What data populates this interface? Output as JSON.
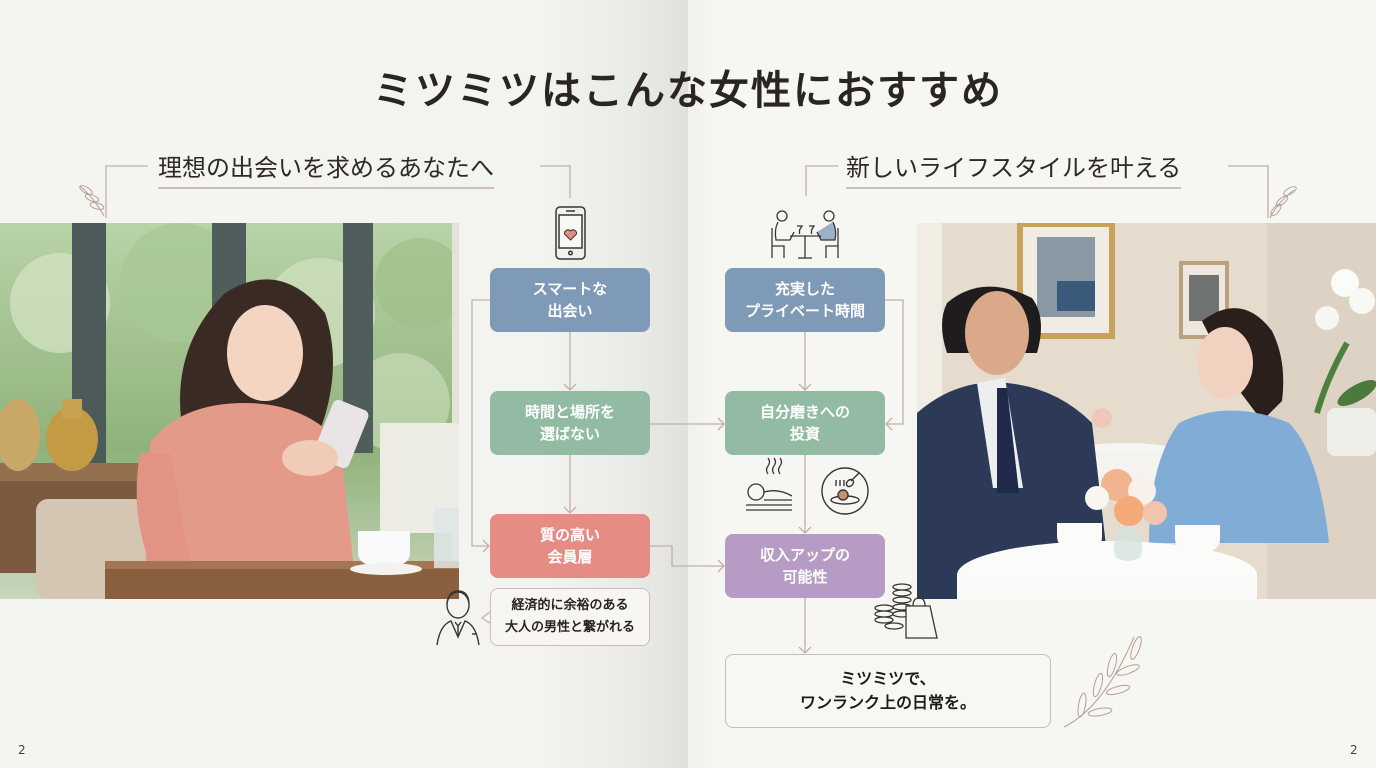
{
  "title": "ミツミツはこんな女性におすすめ",
  "left": {
    "section_title": "理想の出会いを求めるあなたへ",
    "photo_alt": "スマートフォンを見て微笑む女性（カフェ）",
    "boxes": [
      {
        "label": "スマートな\n出会い",
        "color": "#7f9ab6"
      },
      {
        "label": "時間と場所を\n選ばない",
        "color": "#93bba4"
      },
      {
        "label": "質の高い\n会員層",
        "color": "#e58c85"
      }
    ],
    "note": "経済的に余裕のある\n大人の男性と繋がれる",
    "page_number": "2"
  },
  "right": {
    "section_title": "新しいライフスタイルを叶える",
    "photo_alt": "ホテルラウンジでお茶をする男女",
    "boxes": [
      {
        "label": "充実した\nプライベート時間",
        "color": "#7f9ab6"
      },
      {
        "label": "自分磨きへの\n投資",
        "color": "#93bba4"
      },
      {
        "label": "収入アップの\n可能性",
        "color": "#b69bc4"
      }
    ],
    "final_message": "ミツミツで、\nワンランク上の日常を。",
    "page_number": "2"
  },
  "icons": {
    "phone": "smartphone-heart-icon",
    "dining": "couple-dining-icon",
    "spa": "spa-massage-icon",
    "gourmet": "gourmet-dish-icon",
    "coins": "coins-shopping-bag-icon",
    "businessman": "businessman-icon",
    "leaf": "leaf-sprig-icon"
  },
  "colors": {
    "line": "#c4aea6",
    "text": "#2b2522",
    "background": "#f5f5f0"
  }
}
